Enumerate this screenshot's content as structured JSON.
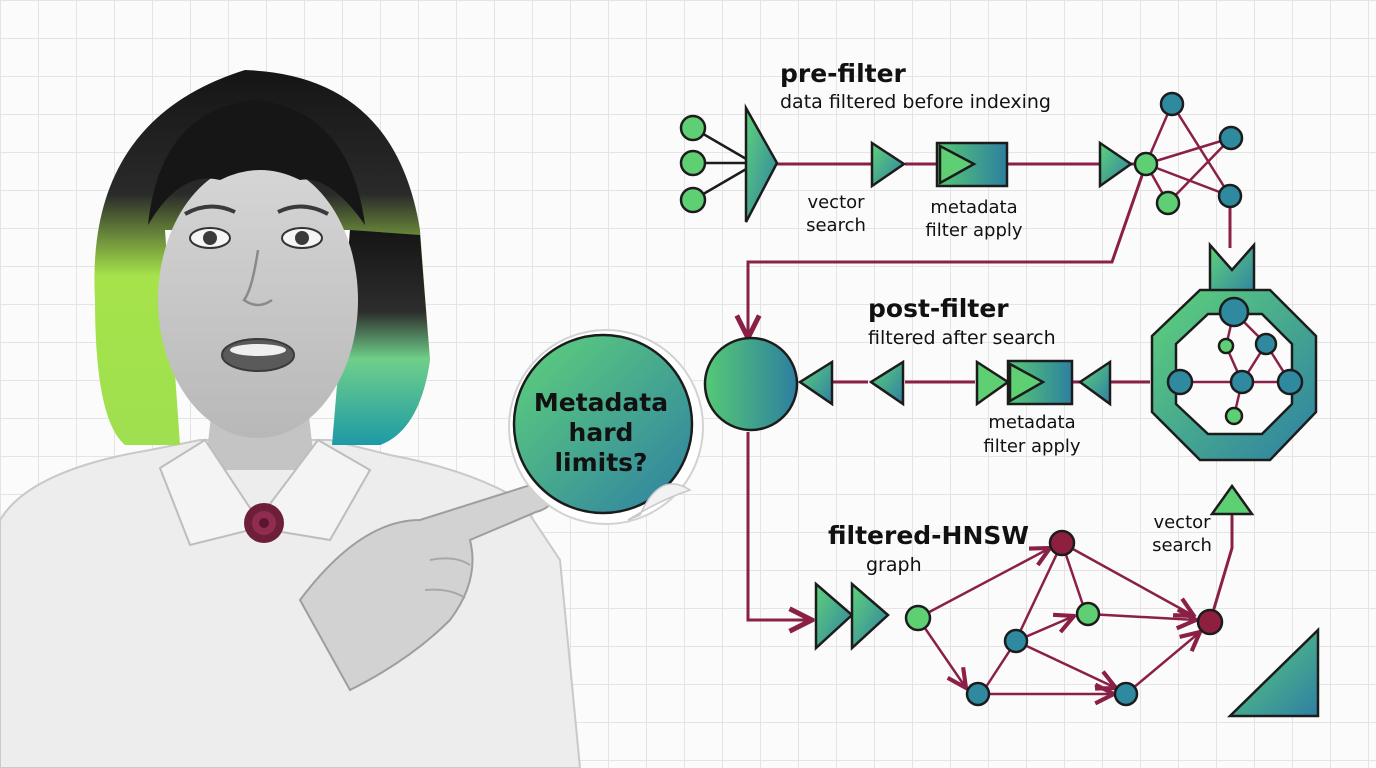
{
  "callout": {
    "line1": "Metadata",
    "line2": "hard",
    "line3": "limits?"
  },
  "pre_filter": {
    "title": "pre-filter",
    "subtitle": "data filtered before indexing",
    "vector_search_line1": "vector",
    "vector_search_line2": "search",
    "metadata_line1": "metadata",
    "metadata_line2": "filter apply"
  },
  "post_filter": {
    "title": "post-filter",
    "subtitle": "filtered after search",
    "metadata_line1": "metadata",
    "metadata_line2": "filter apply"
  },
  "filtered_hnsw": {
    "title": "filtered-HNSW",
    "subtitle": "graph",
    "vector_search_line1": "vector",
    "vector_search_line2": "search"
  },
  "colors": {
    "green": "#5fcf73",
    "teal": "#2f8aa0",
    "wire": "#8a2046",
    "maroon_node": "#8f1f3f",
    "hair_green": "#a6e34a",
    "hair_teal": "#2aa0a8"
  },
  "icons": [
    "funnel-icon",
    "triangle-icon",
    "filter-box-icon",
    "network-icon",
    "octagon-graph-icon",
    "circle-icon",
    "double-triangle-icon",
    "corner-triangle-icon",
    "rose-pin-icon"
  ]
}
